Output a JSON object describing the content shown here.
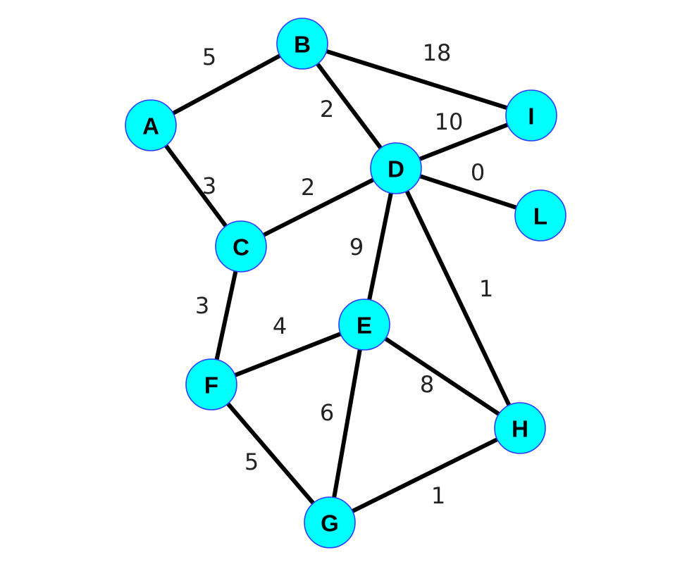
{
  "graph": {
    "nodes": [
      "A",
      "B",
      "C",
      "D",
      "E",
      "F",
      "G",
      "H",
      "I",
      "L"
    ],
    "edges": [
      {
        "from": "A",
        "to": "B",
        "weight": "5"
      },
      {
        "from": "A",
        "to": "C",
        "weight": "3"
      },
      {
        "from": "B",
        "to": "D",
        "weight": "2"
      },
      {
        "from": "B",
        "to": "I",
        "weight": "18"
      },
      {
        "from": "C",
        "to": "D",
        "weight": "2"
      },
      {
        "from": "C",
        "to": "F",
        "weight": "3"
      },
      {
        "from": "D",
        "to": "I",
        "weight": "10"
      },
      {
        "from": "D",
        "to": "L",
        "weight": "0"
      },
      {
        "from": "D",
        "to": "E",
        "weight": "9"
      },
      {
        "from": "D",
        "to": "H",
        "weight": "1"
      },
      {
        "from": "E",
        "to": "F",
        "weight": "4"
      },
      {
        "from": "E",
        "to": "H",
        "weight": "8"
      },
      {
        "from": "E",
        "to": "G",
        "weight": "6"
      },
      {
        "from": "F",
        "to": "G",
        "weight": "5"
      },
      {
        "from": "G",
        "to": "H",
        "weight": "1"
      }
    ],
    "colors": {
      "node_fill": "#00ffff",
      "node_stroke": "#2a3cff",
      "edge": "#000000"
    }
  }
}
